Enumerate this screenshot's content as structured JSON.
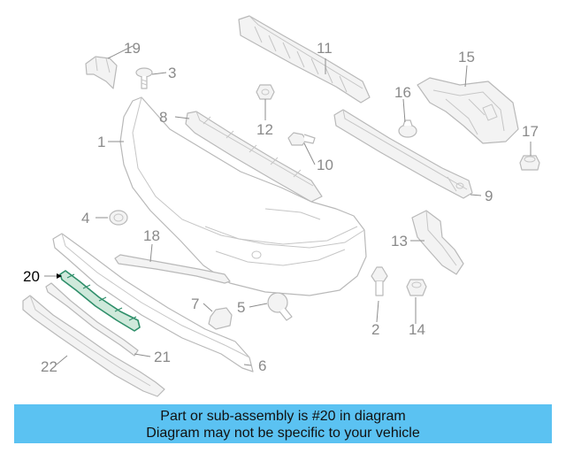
{
  "callouts": {
    "c1": "1",
    "c2": "2",
    "c3": "3",
    "c4": "4",
    "c5": "5",
    "c6": "6",
    "c7": "7",
    "c8": "8",
    "c9": "9",
    "c10": "10",
    "c11": "11",
    "c12": "12",
    "c13": "13",
    "c14": "14",
    "c15": "15",
    "c16": "16",
    "c17": "17",
    "c18": "18",
    "c19": "19",
    "c20": "20",
    "c21": "21",
    "c22": "22"
  },
  "highlight": {
    "part": "20",
    "color": "#2f8f6a"
  },
  "banner": {
    "line1": "Part or sub-assembly is #20 in diagram",
    "line2": "Diagram may not be specific to your vehicle",
    "background": "#5bc2f2"
  }
}
